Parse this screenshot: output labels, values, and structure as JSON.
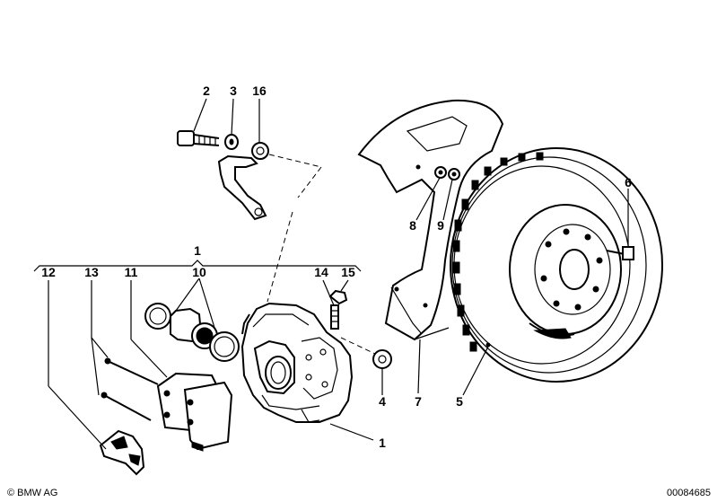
{
  "callouts": {
    "c1_top": "1",
    "c1_bottom": "1",
    "c2": "2",
    "c3": "3",
    "c4": "4",
    "c5": "5",
    "c6": "6",
    "c7": "7",
    "c8": "8",
    "c9": "9",
    "c10": "10",
    "c11": "11",
    "c12": "12",
    "c13": "13",
    "c14": "14",
    "c15": "15",
    "c16": "16"
  },
  "footer": {
    "brand": "© BMW AG",
    "code": "00084685"
  }
}
